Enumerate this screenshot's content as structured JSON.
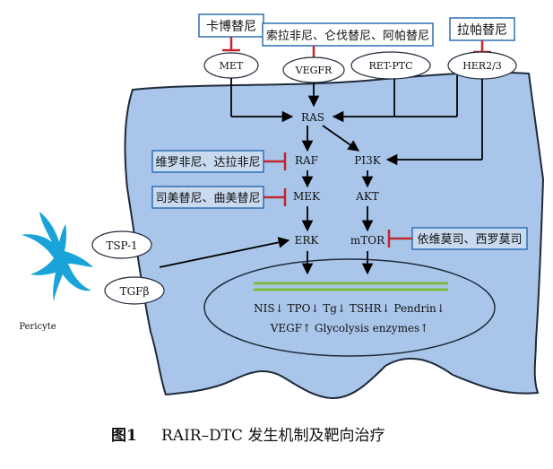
{
  "drugs": {
    "cabozantinib": "卡博替尼",
    "vegfr_group": "索拉非尼、仑伐替尼、阿帕替尼",
    "lapatinib": "拉帕替尼",
    "raf_group": "维罗非尼、达拉非尼",
    "mek_group": "司美替尼、曲美替尼",
    "mtor_group": "依维莫司、西罗莫司"
  },
  "receptors": {
    "met": "MET",
    "vegfr": "VEGFR",
    "ret_ptc": "RET-PTC",
    "her23": "HER2/3"
  },
  "pathway": {
    "ras": "RAS",
    "raf": "RAF",
    "mek": "MEK",
    "erk": "ERK",
    "pi3k": "PI3K",
    "akt": "AKT",
    "mtor": "mTOR"
  },
  "pericyte": {
    "label": "Pericyte",
    "tsp1": "TSP-1",
    "tgfb": "TGFβ"
  },
  "nucleus": {
    "line1": "NIS↓  TPO↓  Tg↓  TSHR↓  Pendrin↓",
    "line2": "VEGF↑ Glycolysis enzymes↑"
  },
  "caption": {
    "number": "图1",
    "text": "RAIR–DTC 发生机制及靶向治疗"
  },
  "colors": {
    "cell_fill": "#a9c6ea",
    "cell_stroke": "#1f2a3a",
    "drug_box_fill": "#c9daf0",
    "drug_box_stroke": "#2f6fb3",
    "inhibitor": "#c0282d",
    "arrow": "#000000",
    "nucleus_line": "#7dbb3c",
    "pericyte": "#1aa3d9"
  }
}
